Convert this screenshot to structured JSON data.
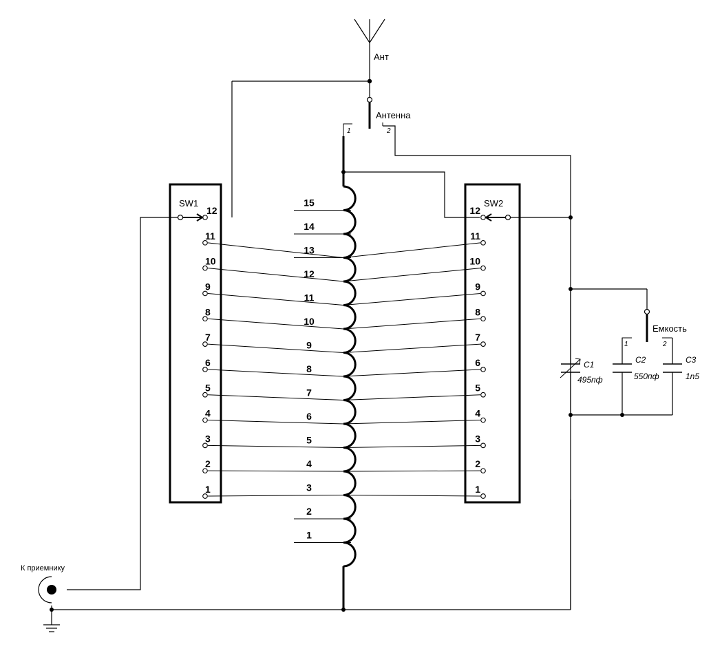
{
  "labels": {
    "antenna": "Ант",
    "antenna_switch": "Антенна",
    "sw1": "SW1",
    "sw2": "SW2",
    "capacity_switch": "Емкость",
    "receiver": "К приемнику",
    "switch_pos_1": "1",
    "switch_pos_2": "2"
  },
  "sw1_pins": [
    "1",
    "2",
    "3",
    "4",
    "5",
    "6",
    "7",
    "8",
    "9",
    "10",
    "11",
    "12"
  ],
  "sw2_pins": [
    "1",
    "2",
    "3",
    "4",
    "5",
    "6",
    "7",
    "8",
    "9",
    "10",
    "11",
    "12"
  ],
  "coil_taps": [
    "1",
    "2",
    "3",
    "4",
    "5",
    "6",
    "7",
    "8",
    "9",
    "10",
    "11",
    "12",
    "13",
    "14",
    "15"
  ],
  "capacitors": {
    "c1": {
      "name": "C1",
      "value": "495пф"
    },
    "c2": {
      "name": "C2",
      "value": "550пф"
    },
    "c3": {
      "name": "C3",
      "value": "1n5"
    }
  }
}
